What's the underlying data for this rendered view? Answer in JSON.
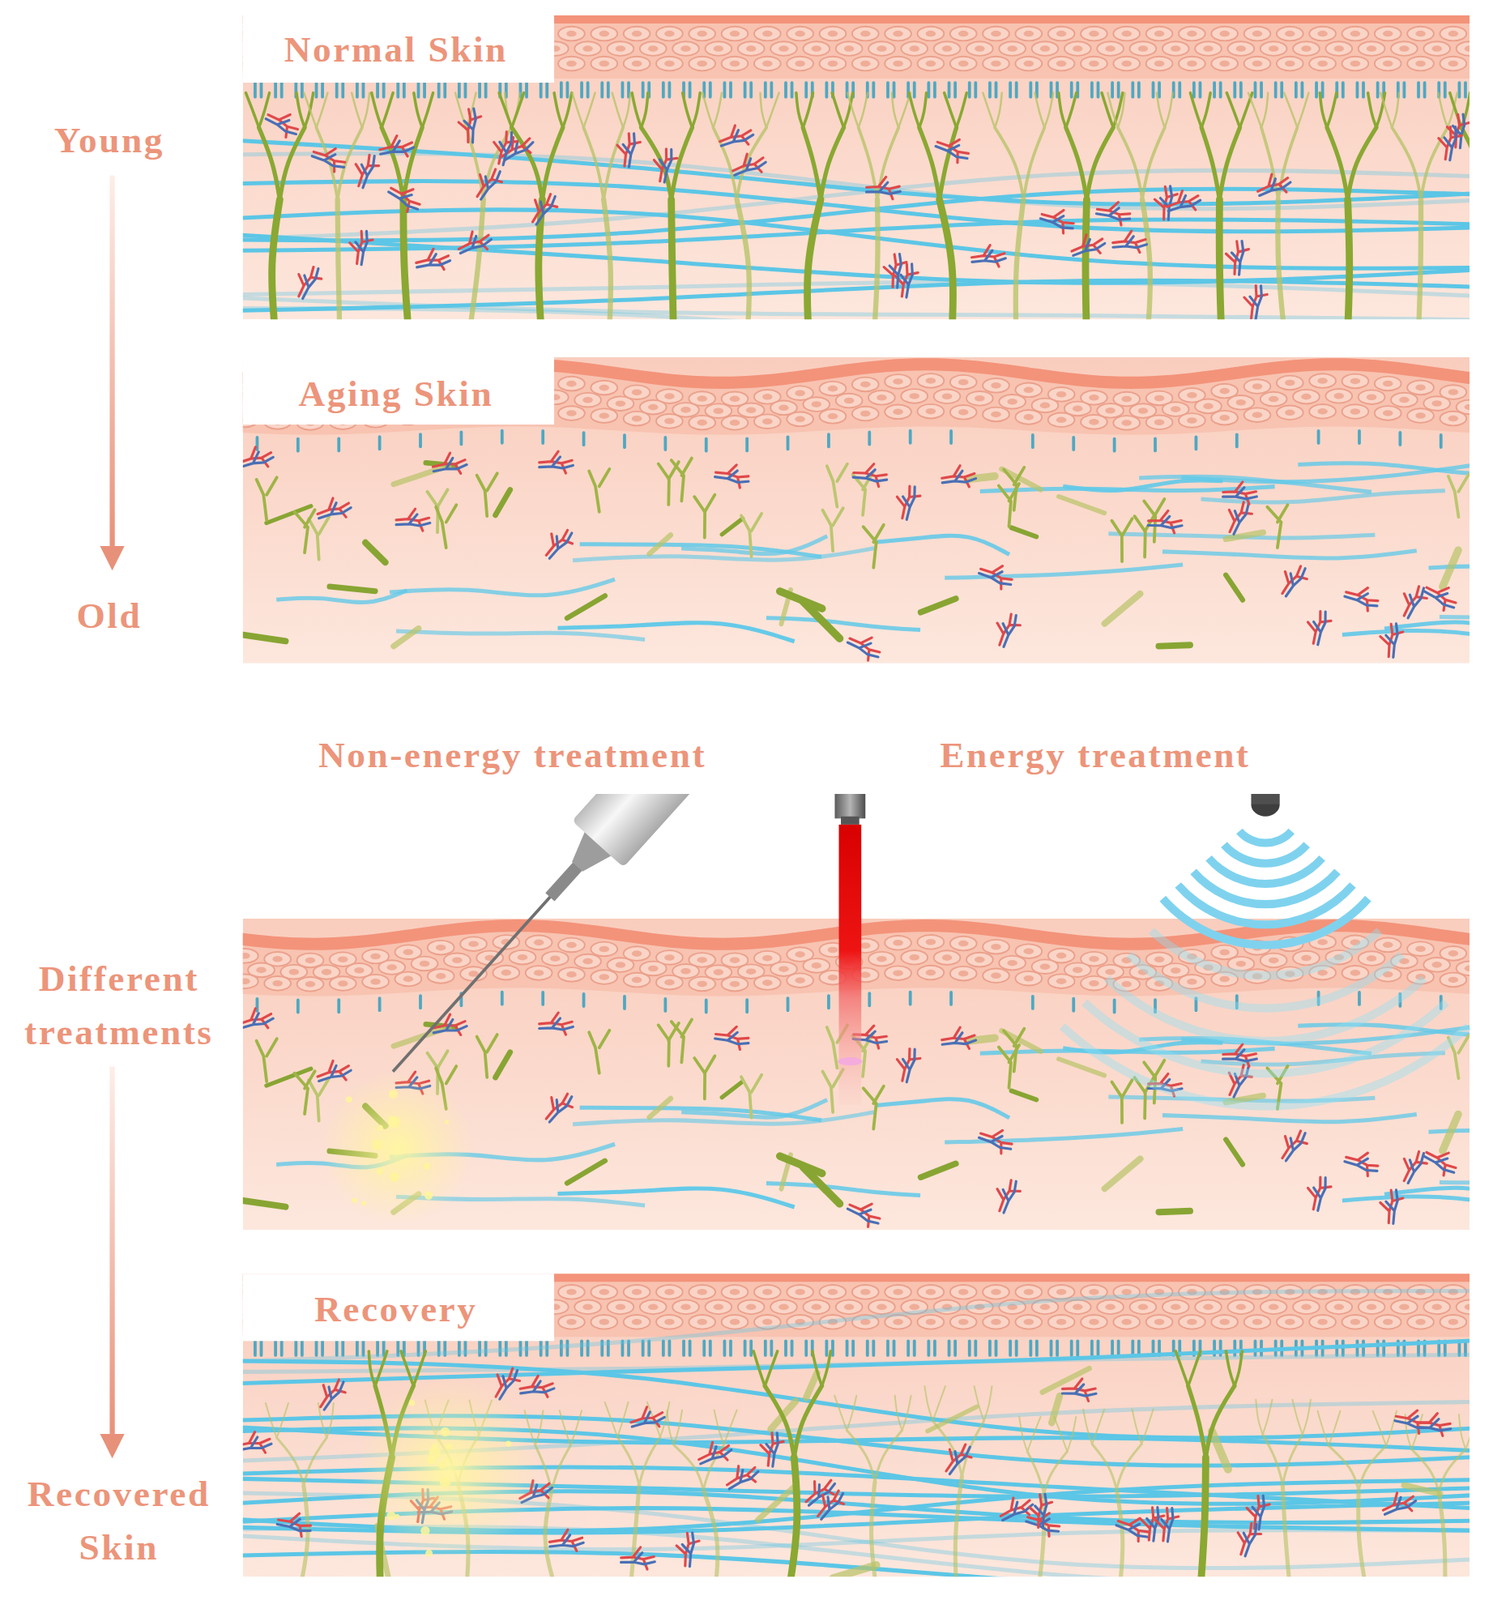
{
  "diagram": {
    "labels": [
      "Normal Skin",
      "Young",
      "Aging Skin",
      "Old",
      "Non-energy treatment",
      "Energy treatment",
      "Different treatments",
      "Recovery",
      "Recovered Skin"
    ]
  }
}
